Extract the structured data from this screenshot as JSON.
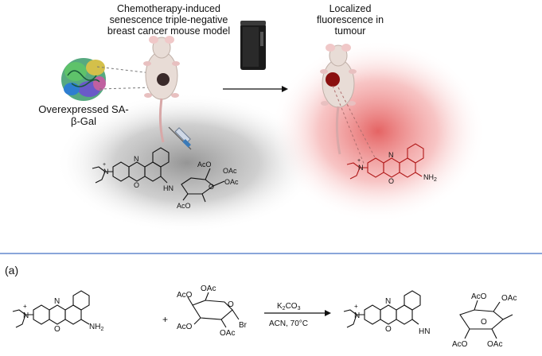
{
  "top_panel": {
    "caption_mouse": [
      "Chemotherapy-induced",
      "senescence triple-negative",
      "breast cancer mouse model"
    ],
    "caption_fluor": [
      "Localized",
      "fluorescence in",
      "tumour"
    ],
    "caption_enzyme": [
      "Overexpressed SA-",
      "β-Gal"
    ],
    "probe_labels": {
      "nplus": "N",
      "charge": "+",
      "n_ring": "N",
      "o_ring": "O",
      "hn": "HN",
      "ac1": "AcO",
      "ac2": "OAc",
      "ac3": "OAc",
      "ac4": "AcO",
      "ring_o": "O"
    },
    "product_labels": {
      "nplus": "N",
      "charge": "+",
      "n_ring": "N",
      "o_ring": "O",
      "nh2": "NH",
      "nh2_sub": "2"
    }
  },
  "colors": {
    "divider": "#4472c4",
    "glow": "#e04848",
    "shadow": "#8a8a8a",
    "tumor": "#8b1010",
    "tumor_dark": "#3a2a2a"
  },
  "bottom_panel": {
    "panel_label": "(a)",
    "plus": "+",
    "reagent_top": "K",
    "reagent_top_sub": "2",
    "reagent_top_rest": "CO",
    "reagent_top_sub2": "3",
    "reagent_bottom": "ACN, 70°C",
    "sm1_labels": {
      "nplus": "N",
      "charge": "+",
      "n_ring": "N",
      "o_ring": "O",
      "nh2": "NH",
      "nh2_sub": "2"
    },
    "sugar_labels": {
      "ac_top": "AcO",
      "oac_top": "OAc",
      "ring_o": "O",
      "aco_left": "AcO",
      "br": "Br",
      "oac_bottom": "OAc"
    },
    "product_labels": {
      "nplus": "N",
      "charge": "+",
      "n_ring": "N",
      "o_ring": "O",
      "hn": "HN",
      "ring_o": "O",
      "aco_top": "AcO",
      "oac_right": "OAc",
      "aco_bottom": "AcO",
      "oac_bottom": "OAc"
    }
  }
}
